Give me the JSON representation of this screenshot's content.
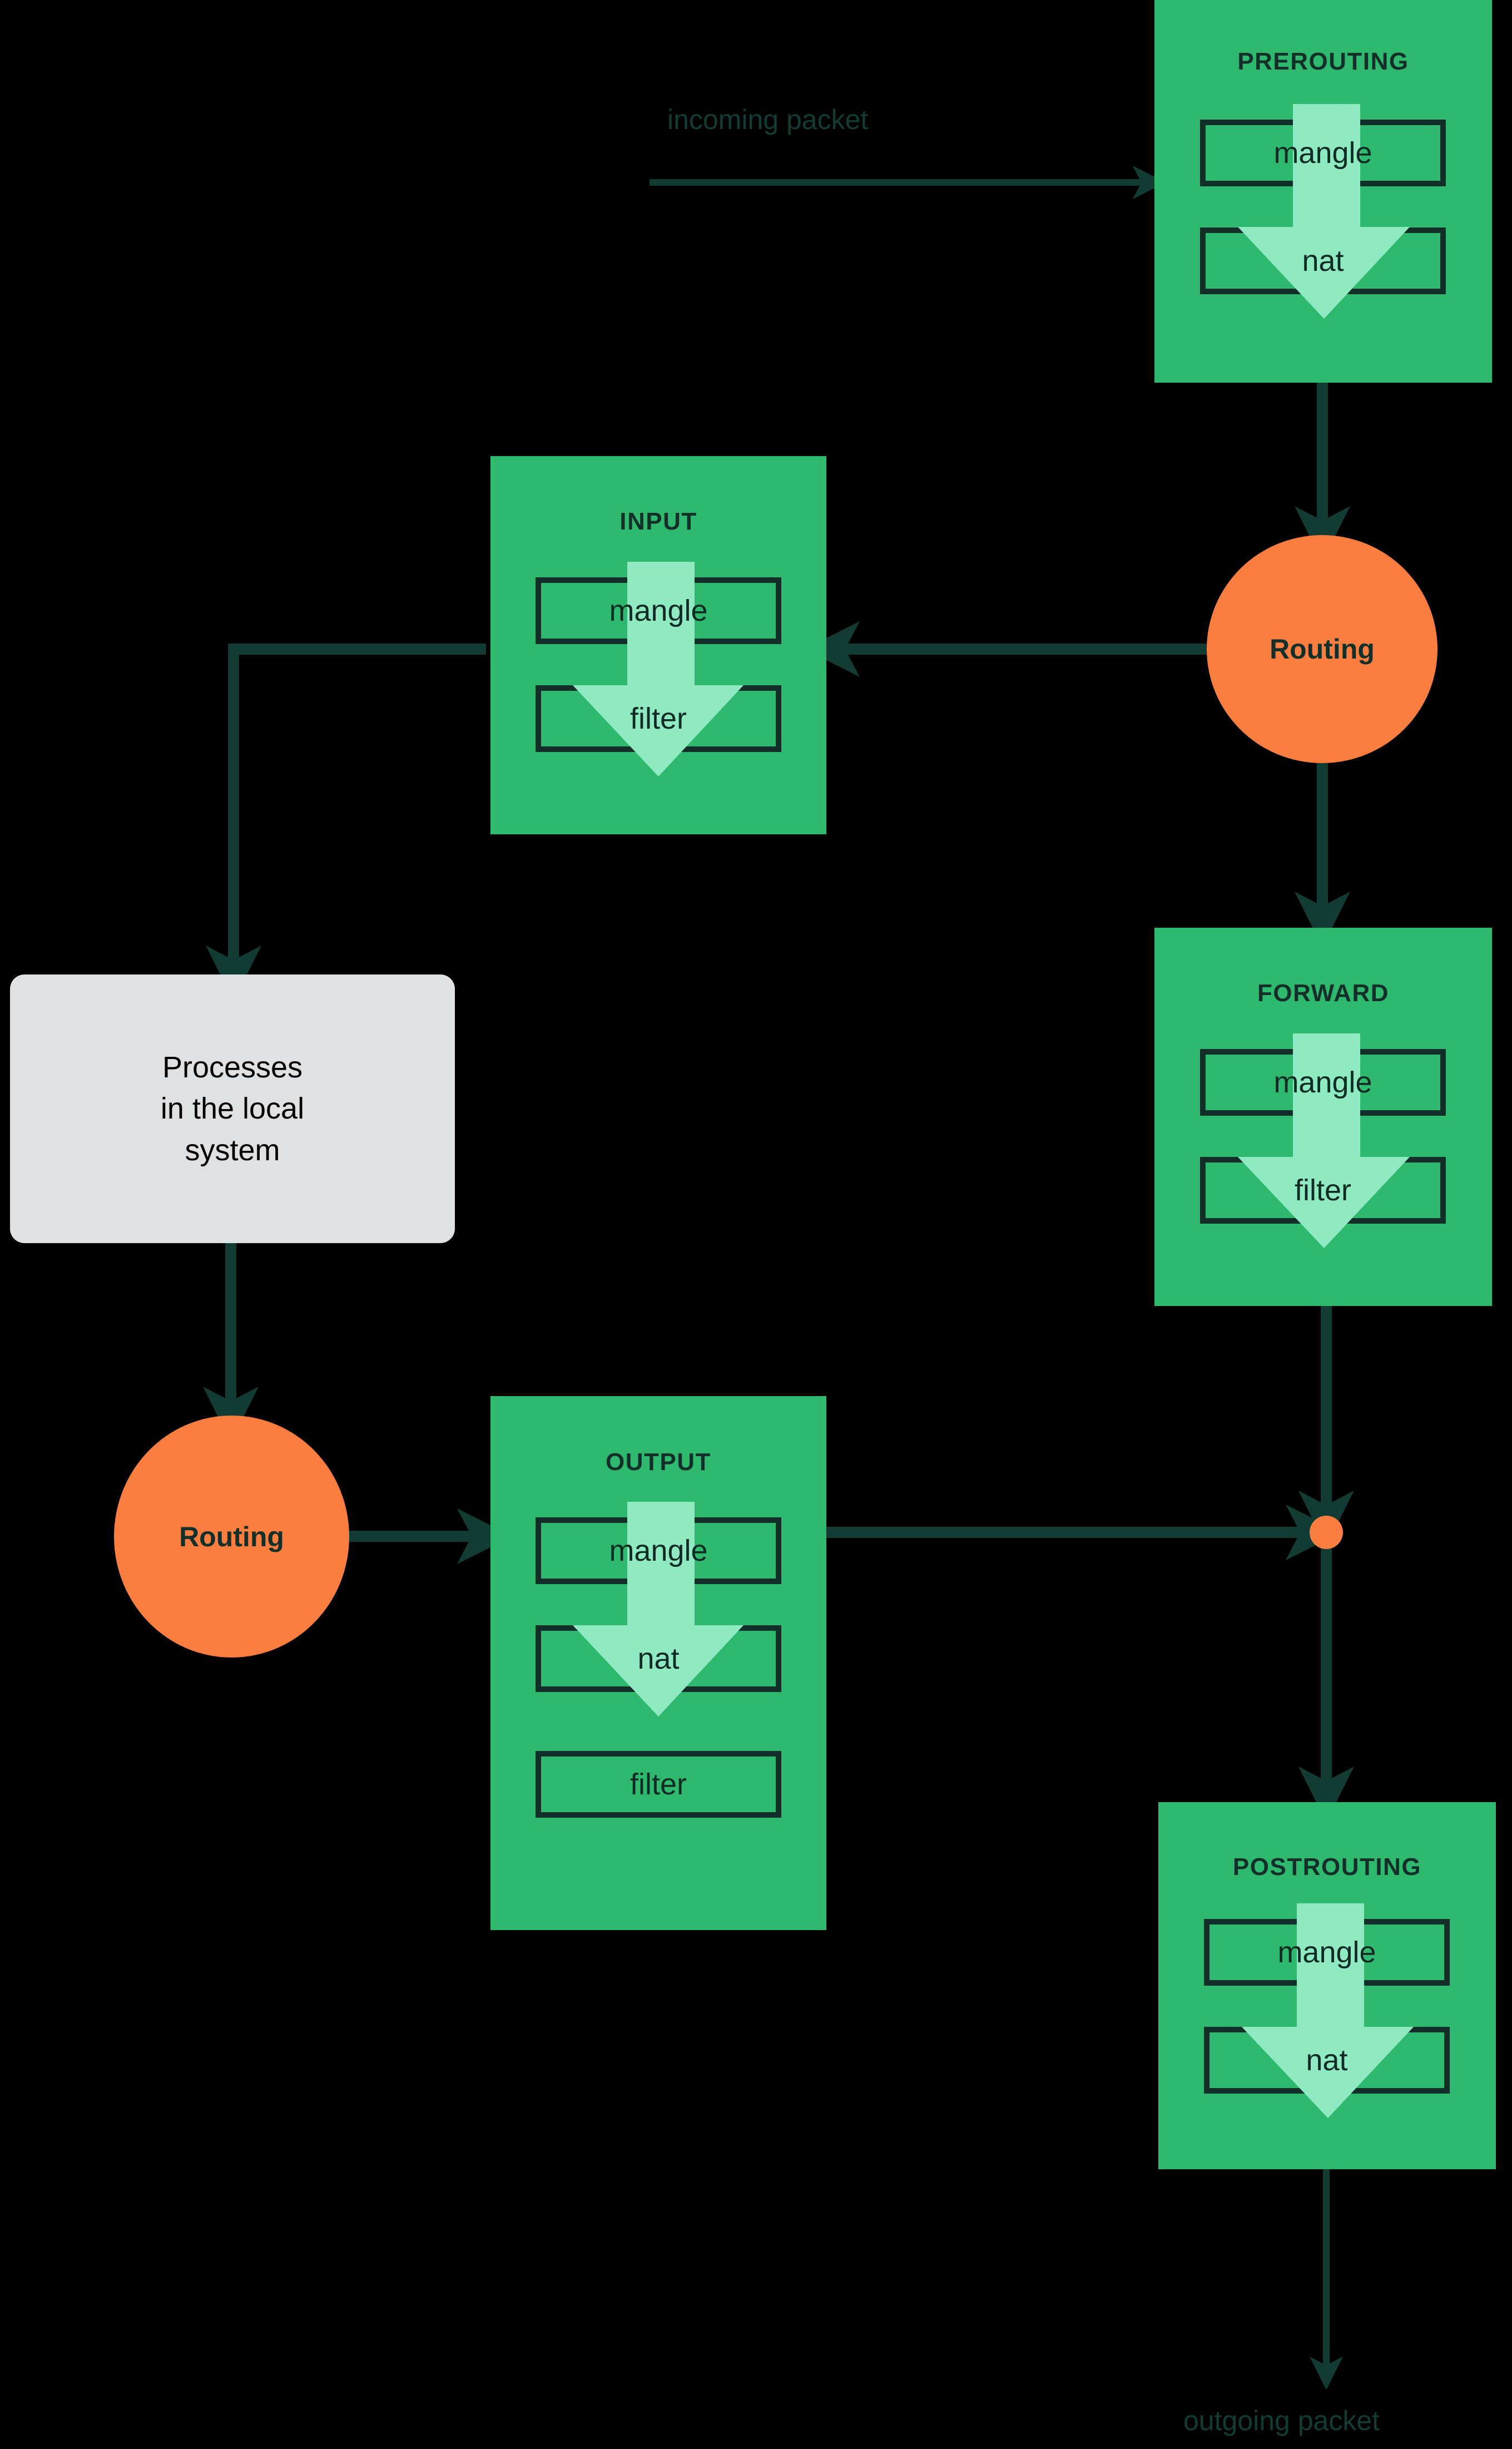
{
  "diagram": {
    "title": "netfilter packet flow through iptables chains and tables",
    "background_color": "#000000",
    "colors": {
      "chain_fill": "#2FB96F",
      "table_border": "#123029",
      "flow_arrow": "#8FEAC2",
      "routing_fill": "#FB7E41",
      "connector": "#123C33",
      "process_fill": "#DFE1E3",
      "process_text": "#000000",
      "chain_text": "#123029"
    }
  },
  "edge_labels": {
    "incoming": "incoming packet",
    "outgoing": "outgoing packet"
  },
  "routing_nodes": [
    {
      "id": "routing-top",
      "label": "Routing"
    },
    {
      "id": "routing-bottom",
      "label": "Routing"
    }
  ],
  "process_node": {
    "label": "Processes\nin the local\nsystem"
  },
  "chains": [
    {
      "id": "prerouting",
      "name": "PREROUTING",
      "tables": [
        "mangle",
        "nat"
      ]
    },
    {
      "id": "input",
      "name": "INPUT",
      "tables": [
        "mangle",
        "filter"
      ]
    },
    {
      "id": "forward",
      "name": "FORWARD",
      "tables": [
        "mangle",
        "filter"
      ]
    },
    {
      "id": "output",
      "name": "OUTPUT",
      "tables": [
        "mangle",
        "nat",
        "filter"
      ]
    },
    {
      "id": "postrouting",
      "name": "POSTROUTING",
      "tables": [
        "mangle",
        "nat"
      ]
    }
  ],
  "flow_edges": [
    {
      "from": "incoming packet",
      "to": "PREROUTING"
    },
    {
      "from": "PREROUTING",
      "to": "Routing"
    },
    {
      "from": "Routing",
      "to": "INPUT"
    },
    {
      "from": "Routing",
      "to": "FORWARD"
    },
    {
      "from": "INPUT",
      "to": "Processes in the local system"
    },
    {
      "from": "Processes in the local system",
      "to": "Routing"
    },
    {
      "from": "Routing",
      "to": "OUTPUT"
    },
    {
      "from": "FORWARD",
      "to": "junction"
    },
    {
      "from": "OUTPUT",
      "to": "junction"
    },
    {
      "from": "junction",
      "to": "POSTROUTING"
    },
    {
      "from": "POSTROUTING",
      "to": "outgoing packet"
    }
  ]
}
